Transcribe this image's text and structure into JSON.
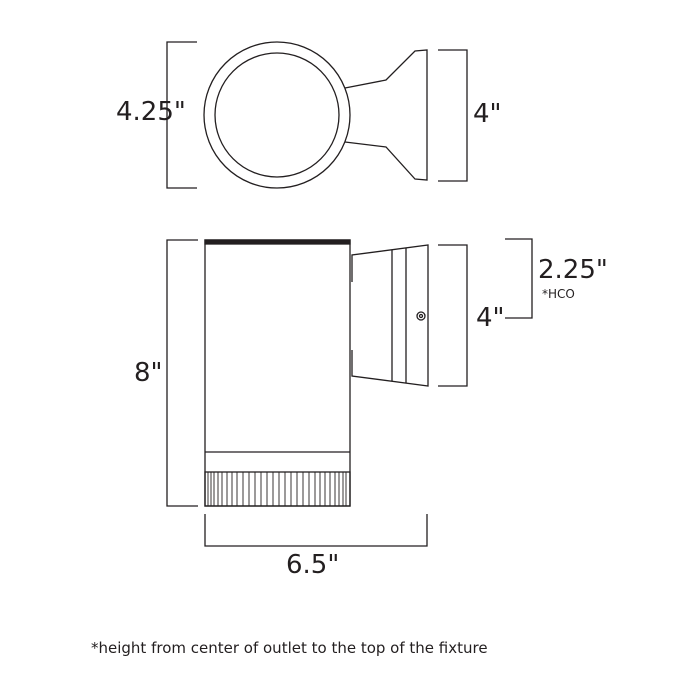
{
  "diagram": {
    "type": "dimension-drawing",
    "top_view": {
      "height_label": "4.25\"",
      "mount_height_label": "4\""
    },
    "side_view": {
      "height_label": "8\"",
      "mount_height_label": "4\"",
      "hco_label": "2.25\"",
      "hco_tag": "*HCO",
      "width_label": "6.5\""
    },
    "footnote": "*height from center of outlet to the top of the fixture",
    "colors": {
      "line": "#231f20",
      "background": "#ffffff"
    }
  }
}
